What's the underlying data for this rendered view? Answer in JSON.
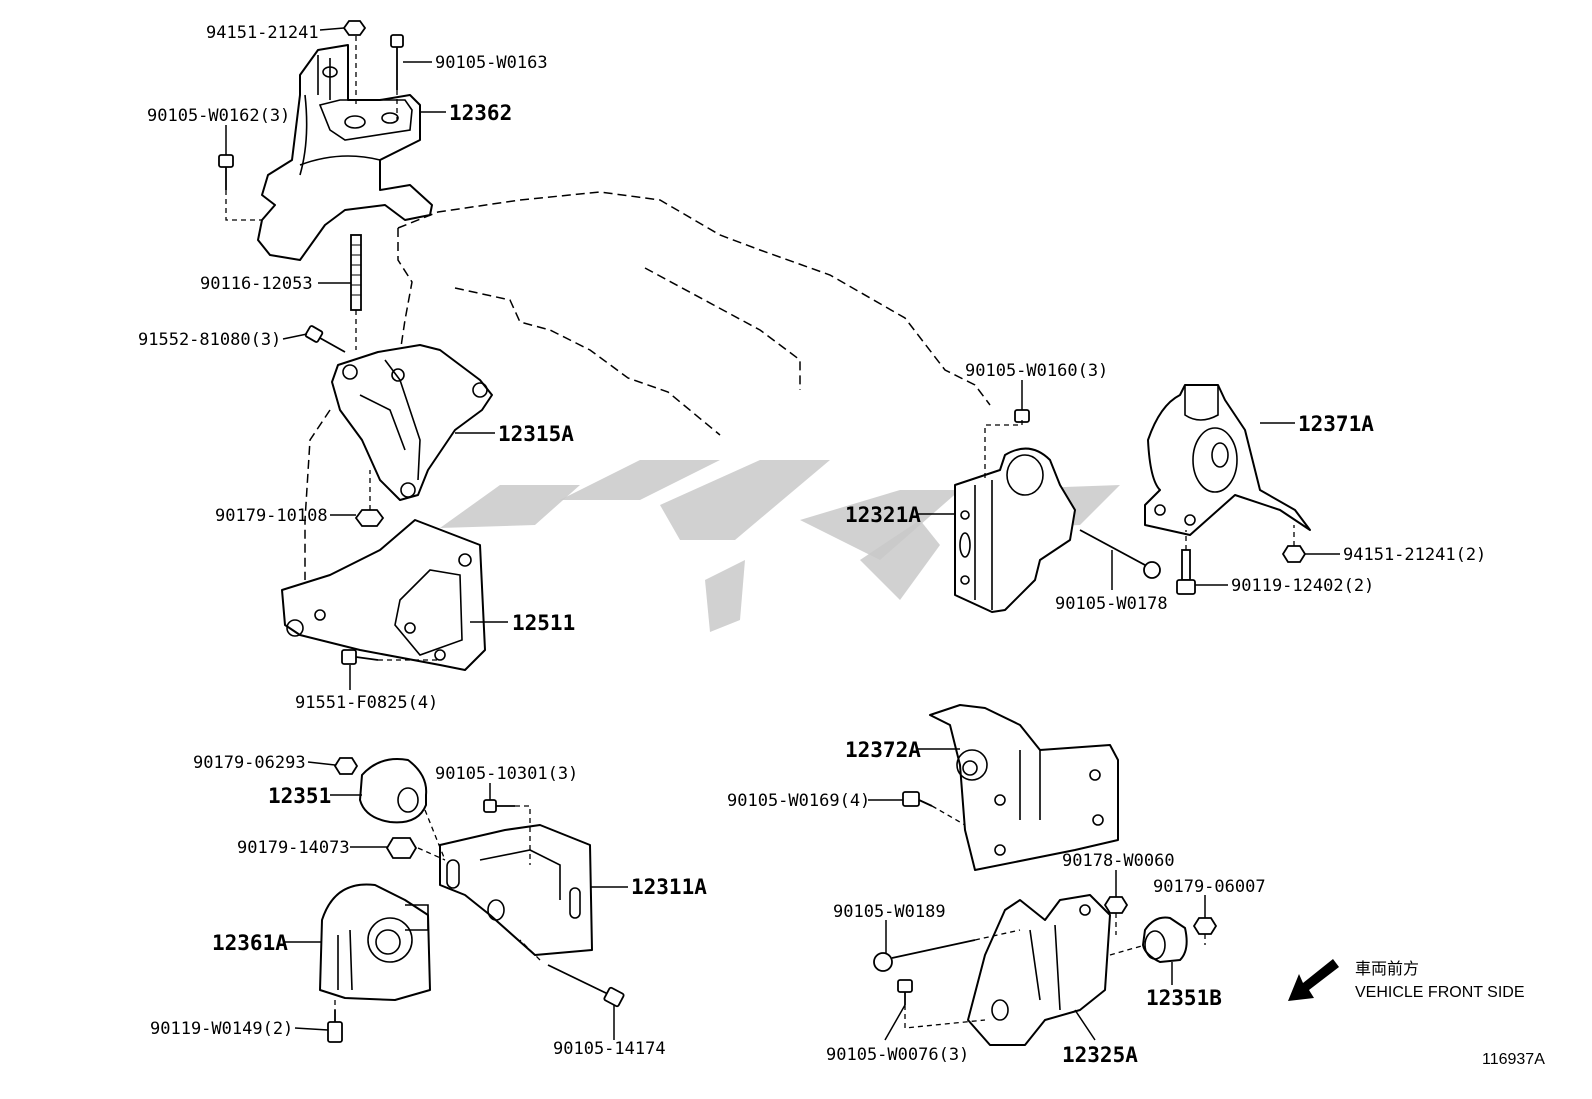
{
  "figure_id": "116937A",
  "legend": {
    "japanese": "車両前方",
    "english": "VEHICLE FRONT SIDE"
  },
  "callouts": [
    "94151-21241",
    "90105-W0163",
    "12362",
    "90105-W0162(3)",
    "90116-12053",
    "91552-81080(3)",
    "12315A",
    "90179-10108",
    "12511",
    "91551-F0825(4)",
    "90179-06293",
    "12351",
    "90105-10301(3)",
    "90179-14073",
    "12311A",
    "12361A",
    "90119-W0149(2)",
    "90105-14174",
    "90105-W0160(3)",
    "12371A",
    "12321A",
    "94151-21241(2)",
    "90119-12402(2)",
    "90105-W0178",
    "12372A",
    "90105-W0169(4)",
    "90178-W0060",
    "90179-06007",
    "90105-W0189",
    "12351B",
    "90105-W0076(3)",
    "12325A"
  ]
}
